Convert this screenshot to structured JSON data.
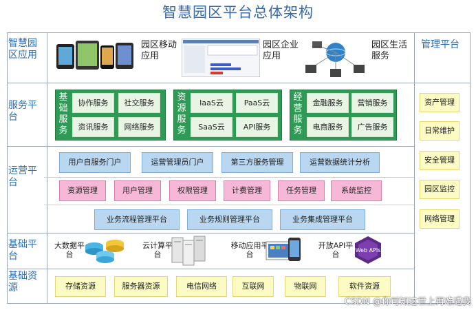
{
  "title": "智慧园区平台总体架构",
  "rows": {
    "apps": "智慧园区应用",
    "service": "服务平台",
    "ops": "运营平台",
    "base": "基础平台",
    "resource": "基础资源"
  },
  "apps": {
    "mobile": "园区移动应用",
    "enterprise": "园区企业应用",
    "life": "园区生活服务"
  },
  "service_groups": [
    {
      "label": "基础服务",
      "items": [
        "协作服务",
        "社交服务",
        "资讯服务",
        "网络服务"
      ]
    },
    {
      "label": "资源服务",
      "items": [
        "IaaS云",
        "PaaS云",
        "SaaS云",
        "API服务"
      ]
    },
    {
      "label": "经营服务",
      "items": [
        "金融服务",
        "营销服务",
        "电商服务",
        "广告服务"
      ]
    }
  ],
  "ops_row1": [
    "用户自服务门户",
    "运营管理员门户",
    "第三方服务管理",
    "运营数据统计分析"
  ],
  "ops_row2": [
    "资源管理",
    "用户管理",
    "权限管理",
    "计费管理",
    "任务管理",
    "系统监控"
  ],
  "ops_row3": [
    "业务流程管理平台",
    "业务规则管理平台",
    "业务集成管理平台"
  ],
  "base": {
    "bigdata": "大数据平台",
    "cloud": "云计算平台",
    "mobile": "移动应用平台",
    "api": "开放API平台",
    "webapis": "Web APIs"
  },
  "resources": [
    "存储资源",
    "服务器资源",
    "电信网络",
    "互联网",
    "物联网",
    "软件资源"
  ],
  "management": {
    "title": "管理平台",
    "items": [
      "资产管理",
      "日常维护",
      "安全管理",
      "园区监控",
      "网络管理"
    ]
  },
  "watermark": "CSDN @你可知这世上再难遇我"
}
